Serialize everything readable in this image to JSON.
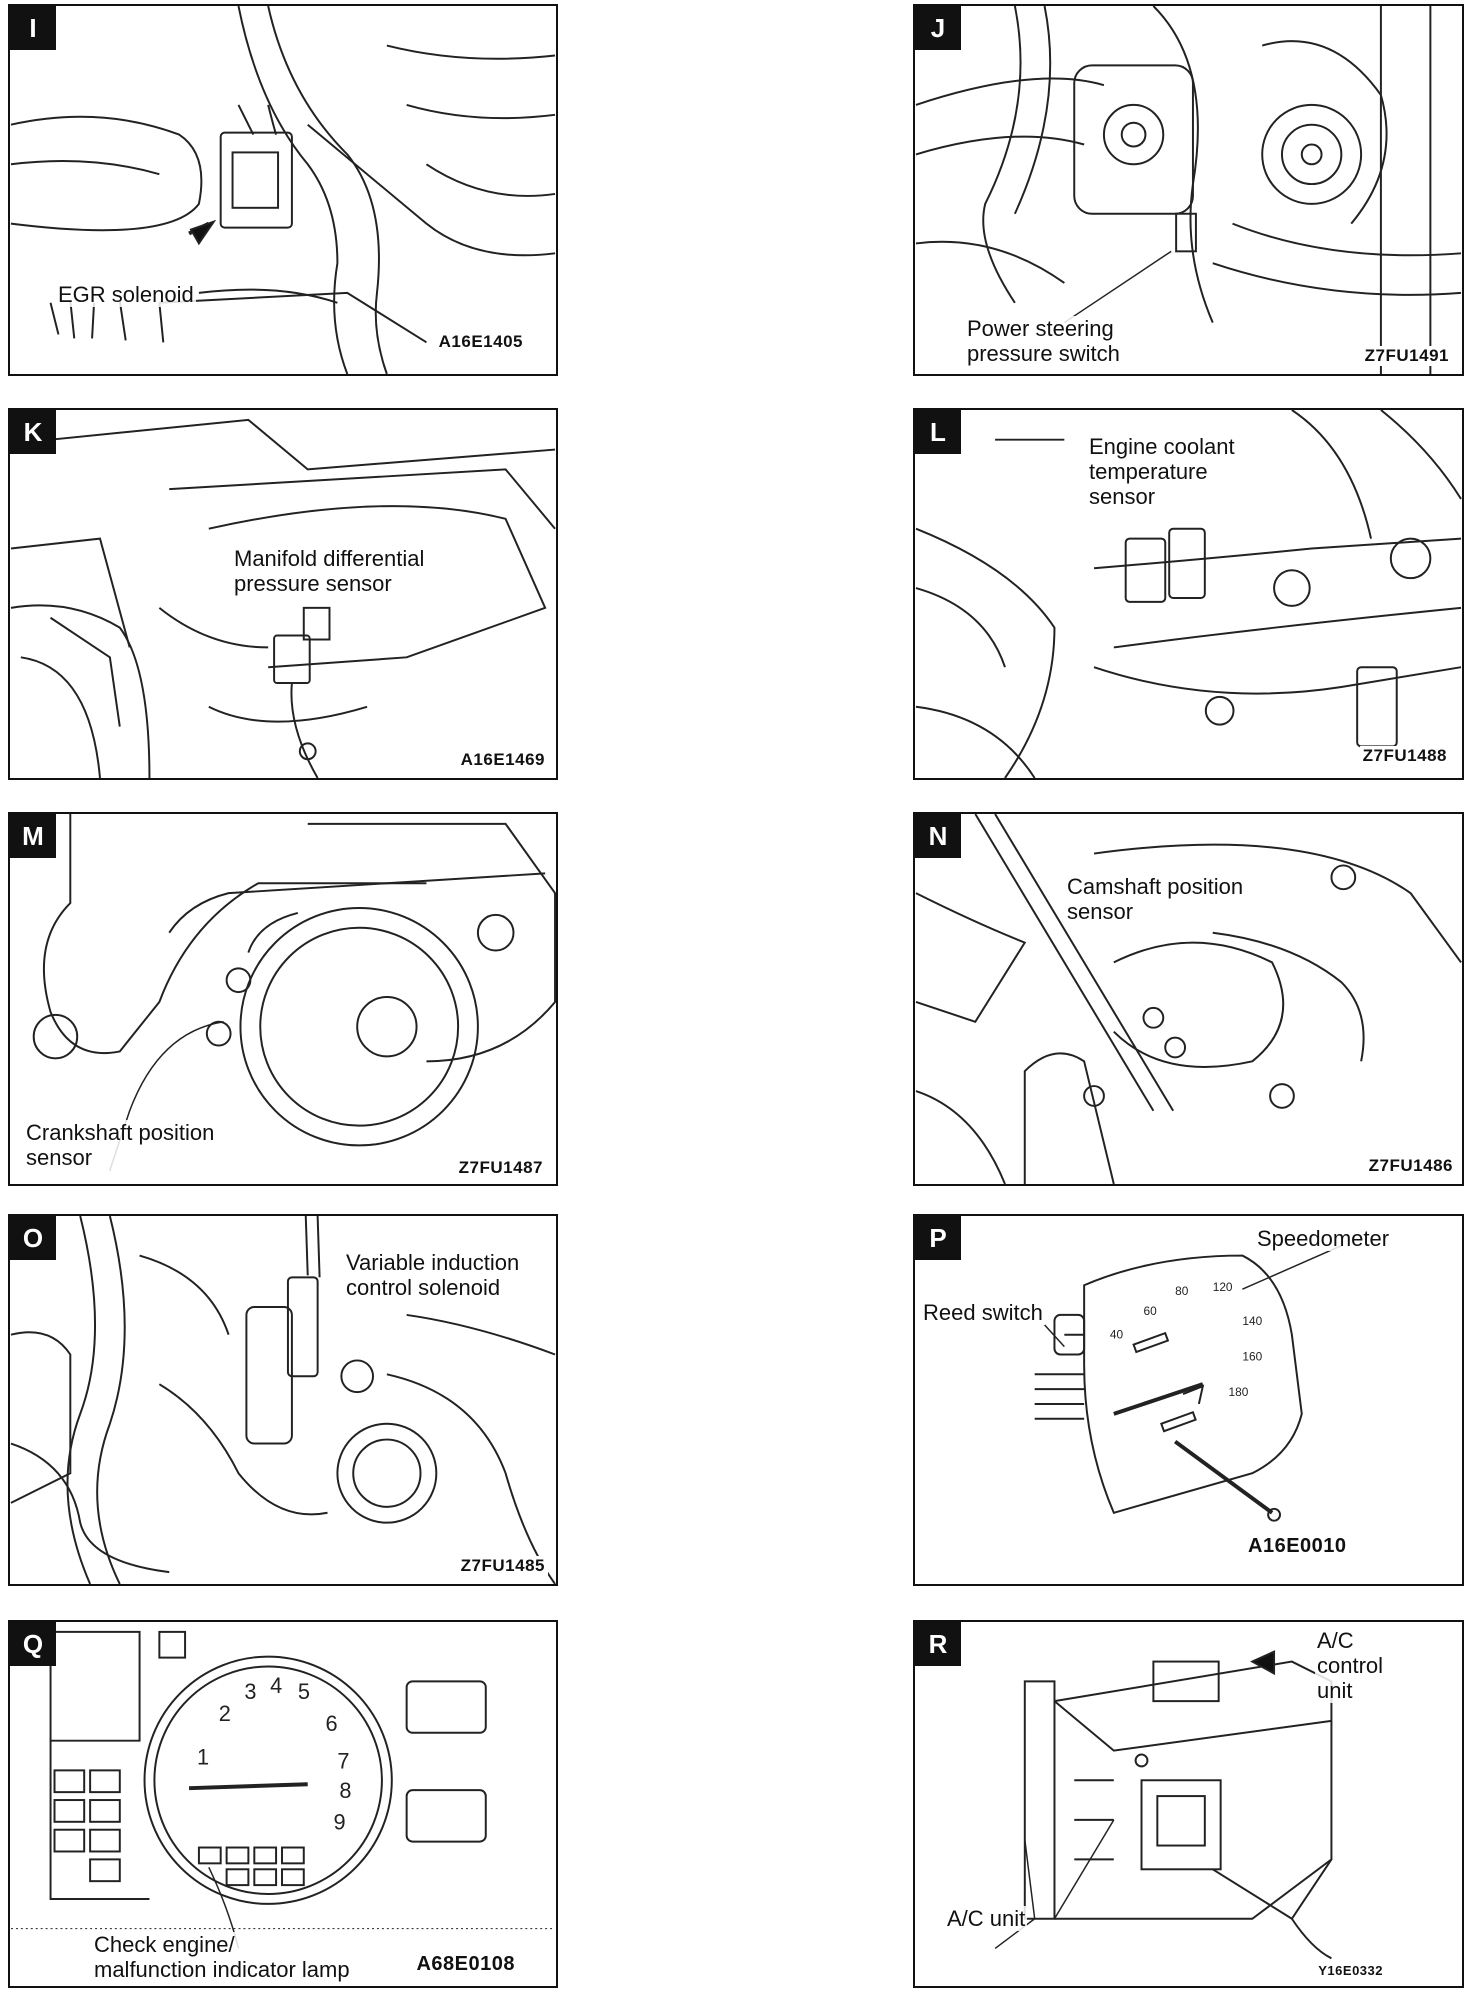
{
  "panels": [
    {
      "letter": "I",
      "labels": [
        "EGR solenoid"
      ],
      "code": "A16E1405"
    },
    {
      "letter": "J",
      "labels": [
        "Power steering\npressure switch"
      ],
      "code": "Z7FU1491"
    },
    {
      "letter": "K",
      "labels": [
        "Manifold differential\npressure sensor"
      ],
      "code": "A16E1469"
    },
    {
      "letter": "L",
      "labels": [
        "Engine coolant\ntemperature\nsensor"
      ],
      "code": "Z7FU1488"
    },
    {
      "letter": "M",
      "labels": [
        "Crankshaft position\nsensor"
      ],
      "code": "Z7FU1487"
    },
    {
      "letter": "N",
      "labels": [
        "Camshaft position\nsensor"
      ],
      "code": "Z7FU1486"
    },
    {
      "letter": "O",
      "labels": [
        "Variable induction\ncontrol solenoid"
      ],
      "code": "Z7FU1485"
    },
    {
      "letter": "P",
      "labels": [
        "Speedometer",
        "Reed switch"
      ],
      "code": "A16E0010"
    },
    {
      "letter": "Q",
      "labels": [
        "Check engine/\nmalfunction indicator lamp"
      ],
      "code": "A68E0108"
    },
    {
      "letter": "R",
      "labels": [
        "A/C\ncontrol\nunit",
        "A/C unit"
      ],
      "code": "Y16E0332"
    }
  ]
}
